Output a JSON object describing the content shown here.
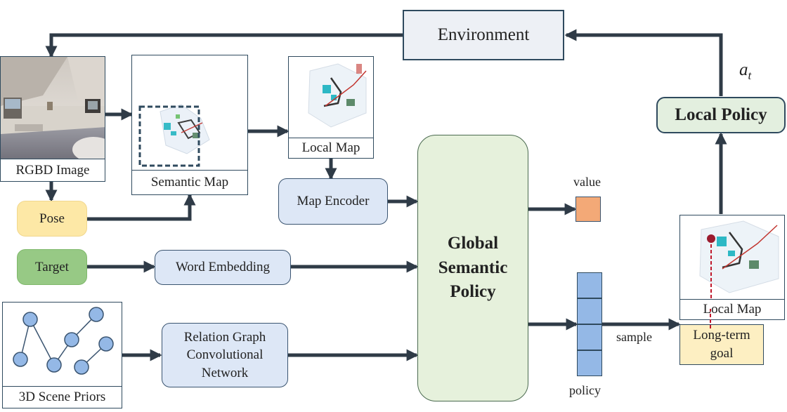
{
  "environment": {
    "label": "Environment"
  },
  "action_label": "a_t",
  "action_symbol": "a",
  "action_subscript": "t",
  "local_policy": {
    "label": "Local Policy"
  },
  "rgbd": {
    "caption": "RGBD Image"
  },
  "semantic_map": {
    "caption": "Semantic Map"
  },
  "local_map_top": {
    "caption": "Local Map"
  },
  "map_encoder": {
    "label": "Map Encoder"
  },
  "pose": {
    "label": "Pose"
  },
  "target": {
    "label": "Target"
  },
  "word_embedding": {
    "label": "Word Embedding"
  },
  "scene_priors": {
    "caption": "3D Scene Priors"
  },
  "rgcn": {
    "line1": "Relation Graph",
    "line2": "Convolutional",
    "line3": "Network"
  },
  "global_policy": {
    "line1": "Global",
    "line2": "Semantic",
    "line3": "Policy"
  },
  "value": {
    "label": "value"
  },
  "policy": {
    "label": "policy",
    "cells": 4
  },
  "sample": {
    "label": "sample"
  },
  "local_map_right": {
    "caption": "Local Map"
  },
  "long_term_goal": {
    "line1": "Long-term",
    "line2": "goal"
  },
  "colors": {
    "arrow": "#2f3b47",
    "pose_fill": "#fde8a6",
    "target_fill": "#97c985",
    "module_fill": "#dde7f6",
    "global_fill": "#e6f1dc",
    "value_fill": "#f3a977",
    "policy_fill": "#94b8e6",
    "goal_fill": "#fdefc2",
    "goal_marker": "#c0182b"
  }
}
